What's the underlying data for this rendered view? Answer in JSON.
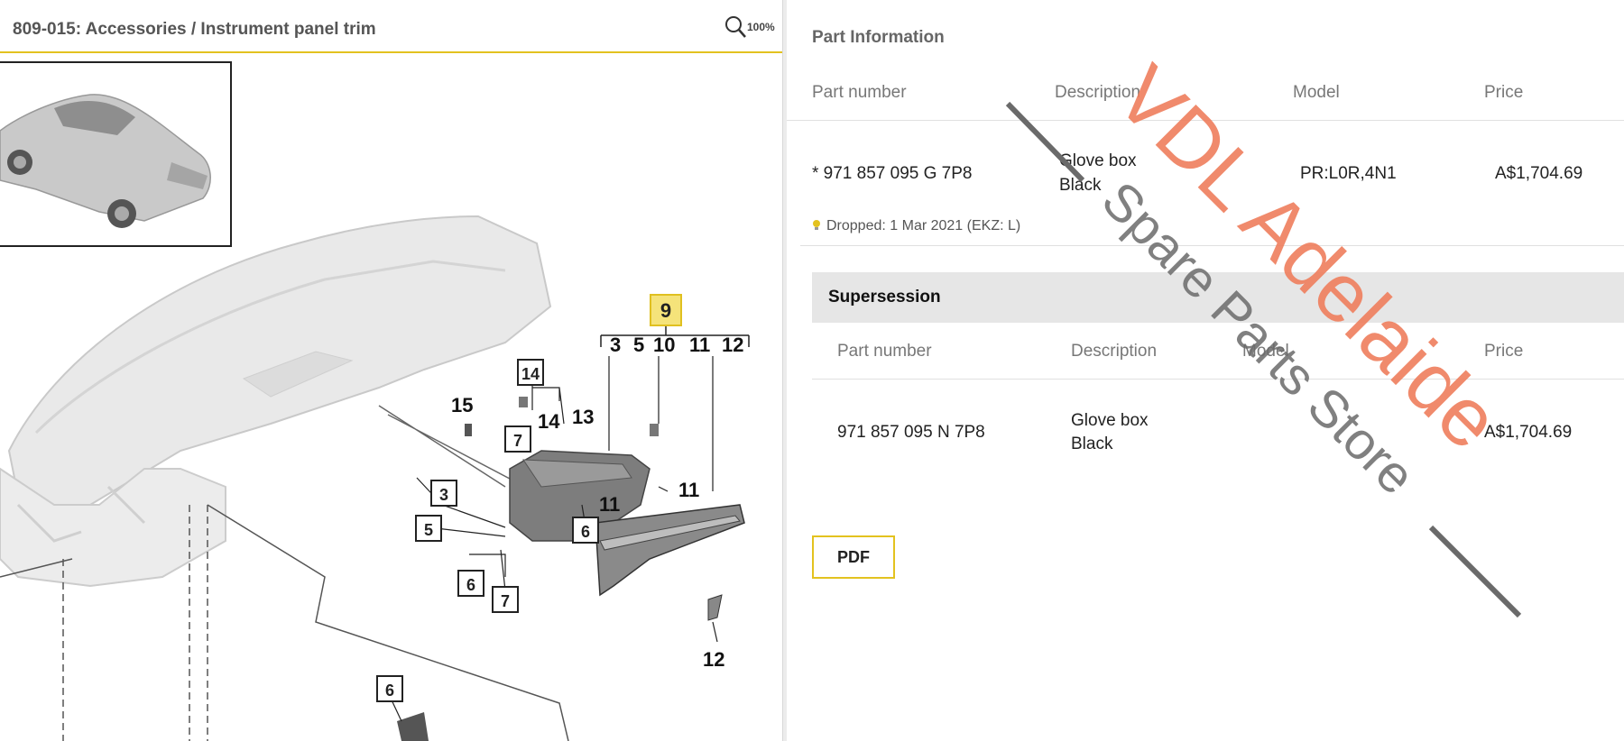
{
  "diagram_header": {
    "title": "809-015: Accessories / Instrument panel trim",
    "zoom_label": "100%"
  },
  "diagram": {
    "selected": "9",
    "callouts": {
      "c9": "9",
      "group": [
        "3",
        "5",
        "10",
        "11",
        "12"
      ],
      "c14a": "14",
      "c15": "15",
      "c14b": "14",
      "c13": "13",
      "c7a": "7",
      "c3": "3",
      "c5": "5",
      "c6a": "6",
      "c11a": "11",
      "c11b": "11",
      "c6b": "6",
      "c7b": "7",
      "c12": "12",
      "c6c": "6"
    }
  },
  "part_info": {
    "title": "Part Information",
    "columns": [
      "Part number",
      "Description",
      "Model",
      "Price"
    ],
    "row": {
      "part_number": "* 971 857 095 G  7P8",
      "description_line1": "Glove box",
      "description_line2": "Black",
      "model": "PR:L0R,4N1",
      "price": "A$1,704.69"
    },
    "note": "Dropped: 1 Mar 2021 (EKZ: L)"
  },
  "supersession": {
    "title": "Supersession",
    "columns": [
      "Part number",
      "Description",
      "Model",
      "Price"
    ],
    "row": {
      "part_number": "971 857 095 N  7P8",
      "description_line1": "Glove box",
      "description_line2": "Black",
      "price": "A$1,704.69"
    }
  },
  "pdf_label": "PDF",
  "watermark": {
    "line1": "VDL Adelaide",
    "line2": "Spare Parts Store"
  },
  "colors": {
    "accent": "#e3c21f",
    "watermark_orange": "#ee7d5c",
    "watermark_gray": "#6a6a6a"
  }
}
